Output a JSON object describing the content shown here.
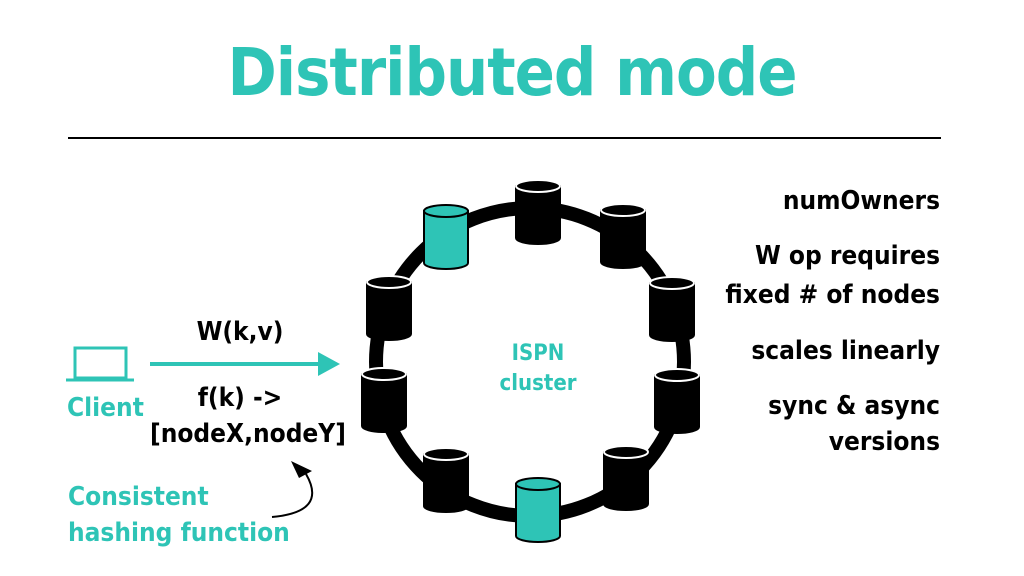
{
  "title": "Distributed mode",
  "client": {
    "label": "Client",
    "icon": "laptop-icon"
  },
  "operation": {
    "write_label": "W(k,v)",
    "hash_line1": "f(k) ->",
    "hash_line2": "[nodeX,nodeY]"
  },
  "hash_note": {
    "line1": "Consistent",
    "line2": "hashing function"
  },
  "cluster": {
    "line1": "ISPN",
    "line2": "cluster"
  },
  "notes": [
    {
      "lines": [
        "numOwners"
      ]
    },
    {
      "lines": [
        "W op requires",
        "fixed # of nodes"
      ]
    },
    {
      "lines": [
        "scales linearly"
      ]
    },
    {
      "lines": [
        "sync & async",
        "versions"
      ]
    }
  ],
  "colors": {
    "accent": "#2ec4b6",
    "primary": "#000000",
    "background": "#ffffff"
  }
}
